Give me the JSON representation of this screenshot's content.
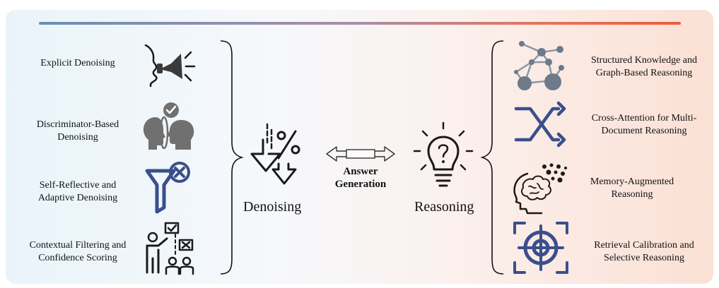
{
  "left_methods": [
    {
      "line1": "Explicit Denoising",
      "line2": ""
    },
    {
      "line1": "Discriminator-Based",
      "line2": "Denoising"
    },
    {
      "line1": "Self-Reflective and",
      "line2": "Adaptive Denoising"
    },
    {
      "line1": "Contextual Filtering and",
      "line2": "Confidence Scoring"
    }
  ],
  "right_methods": [
    {
      "line1": "Structured Knowledge and",
      "line2": "Graph-Based Reasoning"
    },
    {
      "line1": "Cross-Attention for Multi-",
      "line2": "Document Reasoning"
    },
    {
      "line1": "Memory-Augmented",
      "line2": "Reasoning"
    },
    {
      "line1": "Retrieval Calibration and",
      "line2": "Selective Reasoning"
    }
  ],
  "center": {
    "denoising": "Denoising",
    "reasoning": "Reasoning",
    "answer_line1": "Answer",
    "answer_line2": "Generation"
  },
  "colors": {
    "icon_dark": "#3a3a3a",
    "icon_gray": "#707070",
    "icon_blue": "#3a4f8c",
    "graph_node": "#6c7a8a",
    "top_line_start": "#6d8db6",
    "top_line_end": "#ef5a3a"
  },
  "icons": {
    "explicit": "megaphone-shout-icon",
    "discriminator": "head-mirror-check-icon",
    "self_reflective": "filter-funnel-x-icon",
    "contextual": "presenter-checklist-icon",
    "denoising": "down-arrows-percent-icon",
    "answer": "double-arrow-icon",
    "reasoning": "lightbulb-question-icon",
    "graph": "graph-network-icon",
    "cross": "crossing-arrows-icon",
    "memory": "brain-head-icon",
    "retrieval": "target-crosshair-icon"
  }
}
